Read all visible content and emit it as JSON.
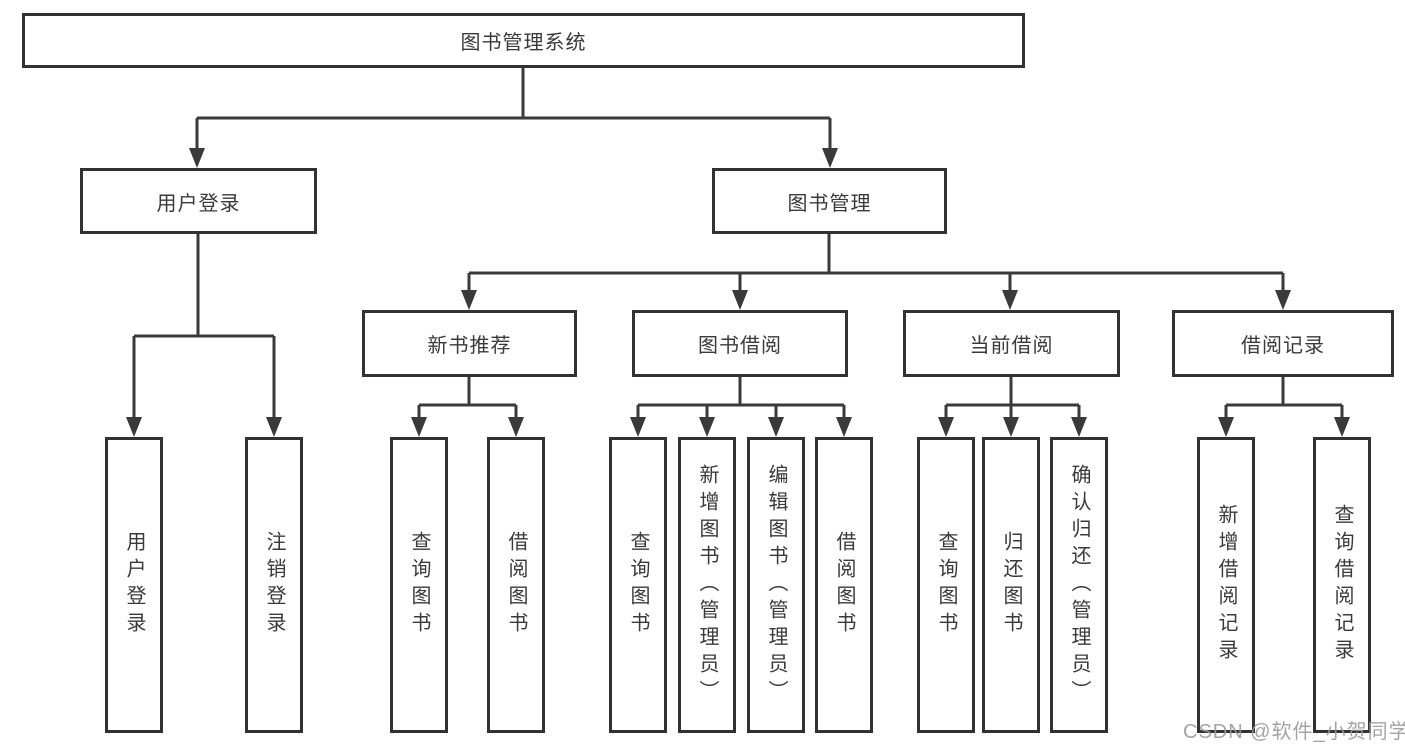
{
  "tree": {
    "root": {
      "label": "图书管理系统"
    },
    "branches": [
      {
        "label": "用户登录",
        "children": [
          {
            "label": "用户登录"
          },
          {
            "label": "注销登录"
          }
        ]
      },
      {
        "label": "图书管理",
        "children": [
          {
            "label": "新书推荐",
            "children": [
              {
                "label": "查询图书"
              },
              {
                "label": "借阅图书"
              }
            ]
          },
          {
            "label": "图书借阅",
            "children": [
              {
                "label": "查询图书"
              },
              {
                "label": "新增图书（管理员）"
              },
              {
                "label": "编辑图书（管理员）"
              },
              {
                "label": "借阅图书"
              }
            ]
          },
          {
            "label": "当前借阅",
            "children": [
              {
                "label": "查询图书"
              },
              {
                "label": "归还图书"
              },
              {
                "label": "确认归还（管理员）"
              }
            ]
          },
          {
            "label": "借阅记录",
            "children": [
              {
                "label": "新增借阅记录"
              },
              {
                "label": "查询借阅记录"
              }
            ]
          }
        ]
      }
    ]
  },
  "watermark": {
    "text": "CSDN @软件_小贺同学"
  },
  "colors": {
    "line": "#3a3a3a",
    "box_border": "#323232",
    "text": "#3a3a3a",
    "watermark": "#9b9b9b",
    "background": "#ffffff"
  }
}
